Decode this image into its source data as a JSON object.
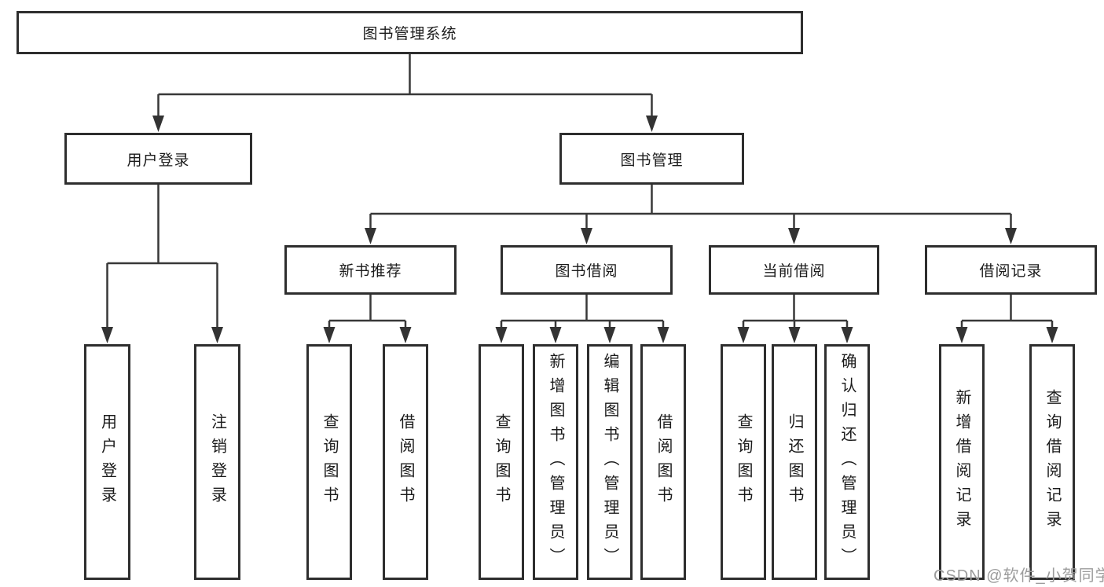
{
  "tree": {
    "label": "图书管理系统",
    "children": [
      {
        "label": "用户登录",
        "children": [
          {
            "label": "用户登录"
          },
          {
            "label": "注销登录"
          }
        ]
      },
      {
        "label": "图书管理",
        "children": [
          {
            "label": "新书推荐",
            "children": [
              {
                "label": "查询图书"
              },
              {
                "label": "借阅图书"
              }
            ]
          },
          {
            "label": "图书借阅",
            "children": [
              {
                "label": "查询图书"
              },
              {
                "label": "新增图书（管理员）"
              },
              {
                "label": "编辑图书（管理员）"
              },
              {
                "label": "借阅图书"
              }
            ]
          },
          {
            "label": "当前借阅",
            "children": [
              {
                "label": "查询图书"
              },
              {
                "label": "归还图书"
              },
              {
                "label": "确认归还（管理员）"
              }
            ]
          },
          {
            "label": "借阅记录",
            "children": [
              {
                "label": "新增借阅记录"
              },
              {
                "label": "查询借阅记录"
              }
            ]
          }
        ]
      }
    ]
  },
  "watermark": {
    "text": "CSDN @软件_小贺同学"
  },
  "colors": {
    "background": "#ffffff",
    "box_border": "#2e2e2e",
    "connector_line": "#383838",
    "label_text": "#1b1b1b",
    "watermark_text": "#9c9c9c"
  }
}
